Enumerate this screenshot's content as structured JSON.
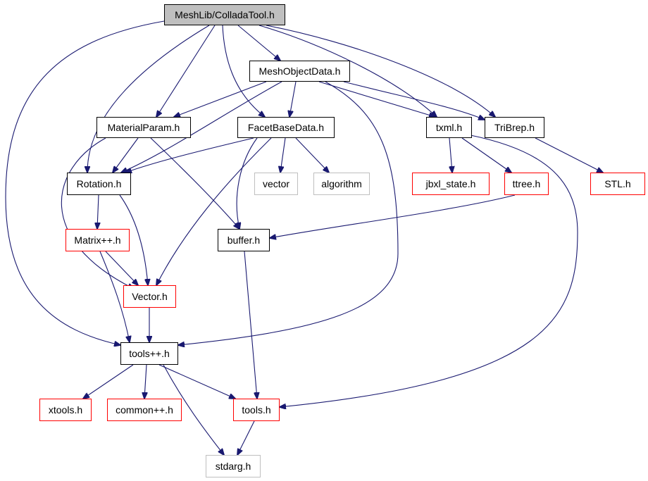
{
  "graph": {
    "colors": {
      "edge": "#191970",
      "root_fill": "#bfbfbf",
      "normal_border": "#000000",
      "missing_border": "#ff0000",
      "external_border": "#bfbfbf"
    },
    "nodes": [
      {
        "id": "collada",
        "label": "MeshLib/ColladaTool.h",
        "style": "root"
      },
      {
        "id": "meshobj",
        "label": "MeshObjectData.h",
        "style": "normal"
      },
      {
        "id": "material",
        "label": "MaterialParam.h",
        "style": "normal"
      },
      {
        "id": "facet",
        "label": "FacetBaseData.h",
        "style": "normal"
      },
      {
        "id": "txml",
        "label": "txml.h",
        "style": "normal"
      },
      {
        "id": "tribrep",
        "label": "TriBrep.h",
        "style": "normal"
      },
      {
        "id": "rotation",
        "label": "Rotation.h",
        "style": "normal"
      },
      {
        "id": "vector",
        "label": "vector",
        "style": "gray"
      },
      {
        "id": "algorithm",
        "label": "algorithm",
        "style": "gray"
      },
      {
        "id": "jbxl",
        "label": "jbxl_state.h",
        "style": "red"
      },
      {
        "id": "ttree",
        "label": "ttree.h",
        "style": "red"
      },
      {
        "id": "stl",
        "label": "STL.h",
        "style": "red"
      },
      {
        "id": "matrix",
        "label": "Matrix++.h",
        "style": "red"
      },
      {
        "id": "buffer",
        "label": "buffer.h",
        "style": "normal"
      },
      {
        "id": "vectorh",
        "label": "Vector.h",
        "style": "red"
      },
      {
        "id": "toolspp",
        "label": "tools++.h",
        "style": "normal"
      },
      {
        "id": "xtools",
        "label": "xtools.h",
        "style": "red"
      },
      {
        "id": "common",
        "label": "common++.h",
        "style": "red"
      },
      {
        "id": "tools",
        "label": "tools.h",
        "style": "red"
      },
      {
        "id": "stdarg",
        "label": "stdarg.h",
        "style": "gray"
      }
    ],
    "edges": [
      [
        "collada",
        "meshobj"
      ],
      [
        "collada",
        "material"
      ],
      [
        "collada",
        "facet"
      ],
      [
        "collada",
        "txml"
      ],
      [
        "collada",
        "tribrep"
      ],
      [
        "collada",
        "rotation"
      ],
      [
        "collada",
        "toolspp"
      ],
      [
        "meshobj",
        "material"
      ],
      [
        "meshobj",
        "facet"
      ],
      [
        "meshobj",
        "txml"
      ],
      [
        "meshobj",
        "tribrep"
      ],
      [
        "meshobj",
        "rotation"
      ],
      [
        "meshobj",
        "toolspp"
      ],
      [
        "material",
        "rotation"
      ],
      [
        "material",
        "buffer"
      ],
      [
        "material",
        "vectorh"
      ],
      [
        "facet",
        "rotation"
      ],
      [
        "facet",
        "vector"
      ],
      [
        "facet",
        "algorithm"
      ],
      [
        "facet",
        "buffer"
      ],
      [
        "facet",
        "vectorh"
      ],
      [
        "txml",
        "jbxl"
      ],
      [
        "txml",
        "ttree"
      ],
      [
        "txml",
        "tools"
      ],
      [
        "tribrep",
        "stl"
      ],
      [
        "rotation",
        "matrix"
      ],
      [
        "rotation",
        "vectorh"
      ],
      [
        "ttree",
        "buffer"
      ],
      [
        "matrix",
        "vectorh"
      ],
      [
        "matrix",
        "toolspp"
      ],
      [
        "vectorh",
        "toolspp"
      ],
      [
        "buffer",
        "tools"
      ],
      [
        "toolspp",
        "xtools"
      ],
      [
        "toolspp",
        "common"
      ],
      [
        "toolspp",
        "tools"
      ],
      [
        "toolspp",
        "stdarg"
      ],
      [
        "tools",
        "stdarg"
      ]
    ]
  }
}
